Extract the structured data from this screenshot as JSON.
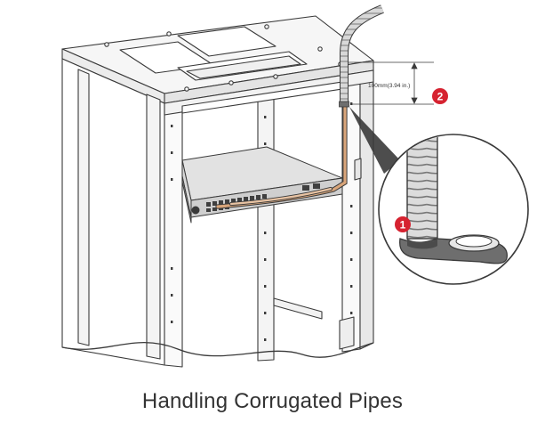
{
  "figure": {
    "caption": "Handling Corrugated Pipes",
    "dimension_label": "100mm(3.94 in.)",
    "callouts": [
      {
        "number": "1",
        "color": "#d62230"
      },
      {
        "number": "2",
        "color": "#d62230"
      }
    ],
    "colors": {
      "line": "#3a3a3a",
      "pipe": "#c7c7c7",
      "cable": "#d9a57a",
      "tape": "#6e6e6e",
      "panel": "#f3f3f3"
    }
  }
}
